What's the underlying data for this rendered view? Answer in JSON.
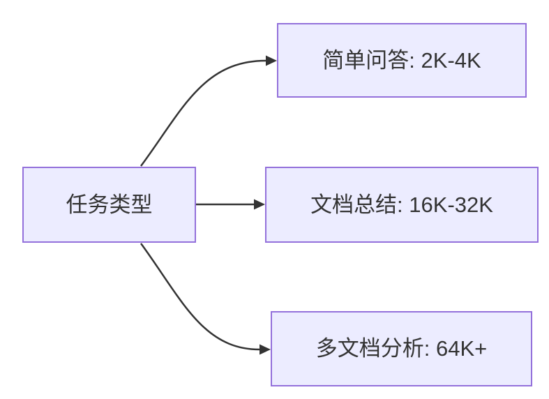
{
  "diagram": {
    "type": "flowchart",
    "direction": "left-to-right",
    "nodes": {
      "root": {
        "label": "任务类型"
      },
      "simple_qa": {
        "label": "简单问答: 2K-4K"
      },
      "doc_summary": {
        "label": "文档总结: 16K-32K"
      },
      "multi_doc": {
        "label": "多文档分析: 64K+"
      }
    },
    "edges": [
      {
        "from": "任务类型",
        "to": "简单问答: 2K-4K"
      },
      {
        "from": "任务类型",
        "to": "文档总结: 16K-32K"
      },
      {
        "from": "任务类型",
        "to": "多文档分析: 64K+"
      }
    ],
    "colors": {
      "node_fill": "#ECECFF",
      "node_border": "#9370DB",
      "edge": "#333333",
      "text": "#333333",
      "background": "#FFFFFF"
    }
  }
}
